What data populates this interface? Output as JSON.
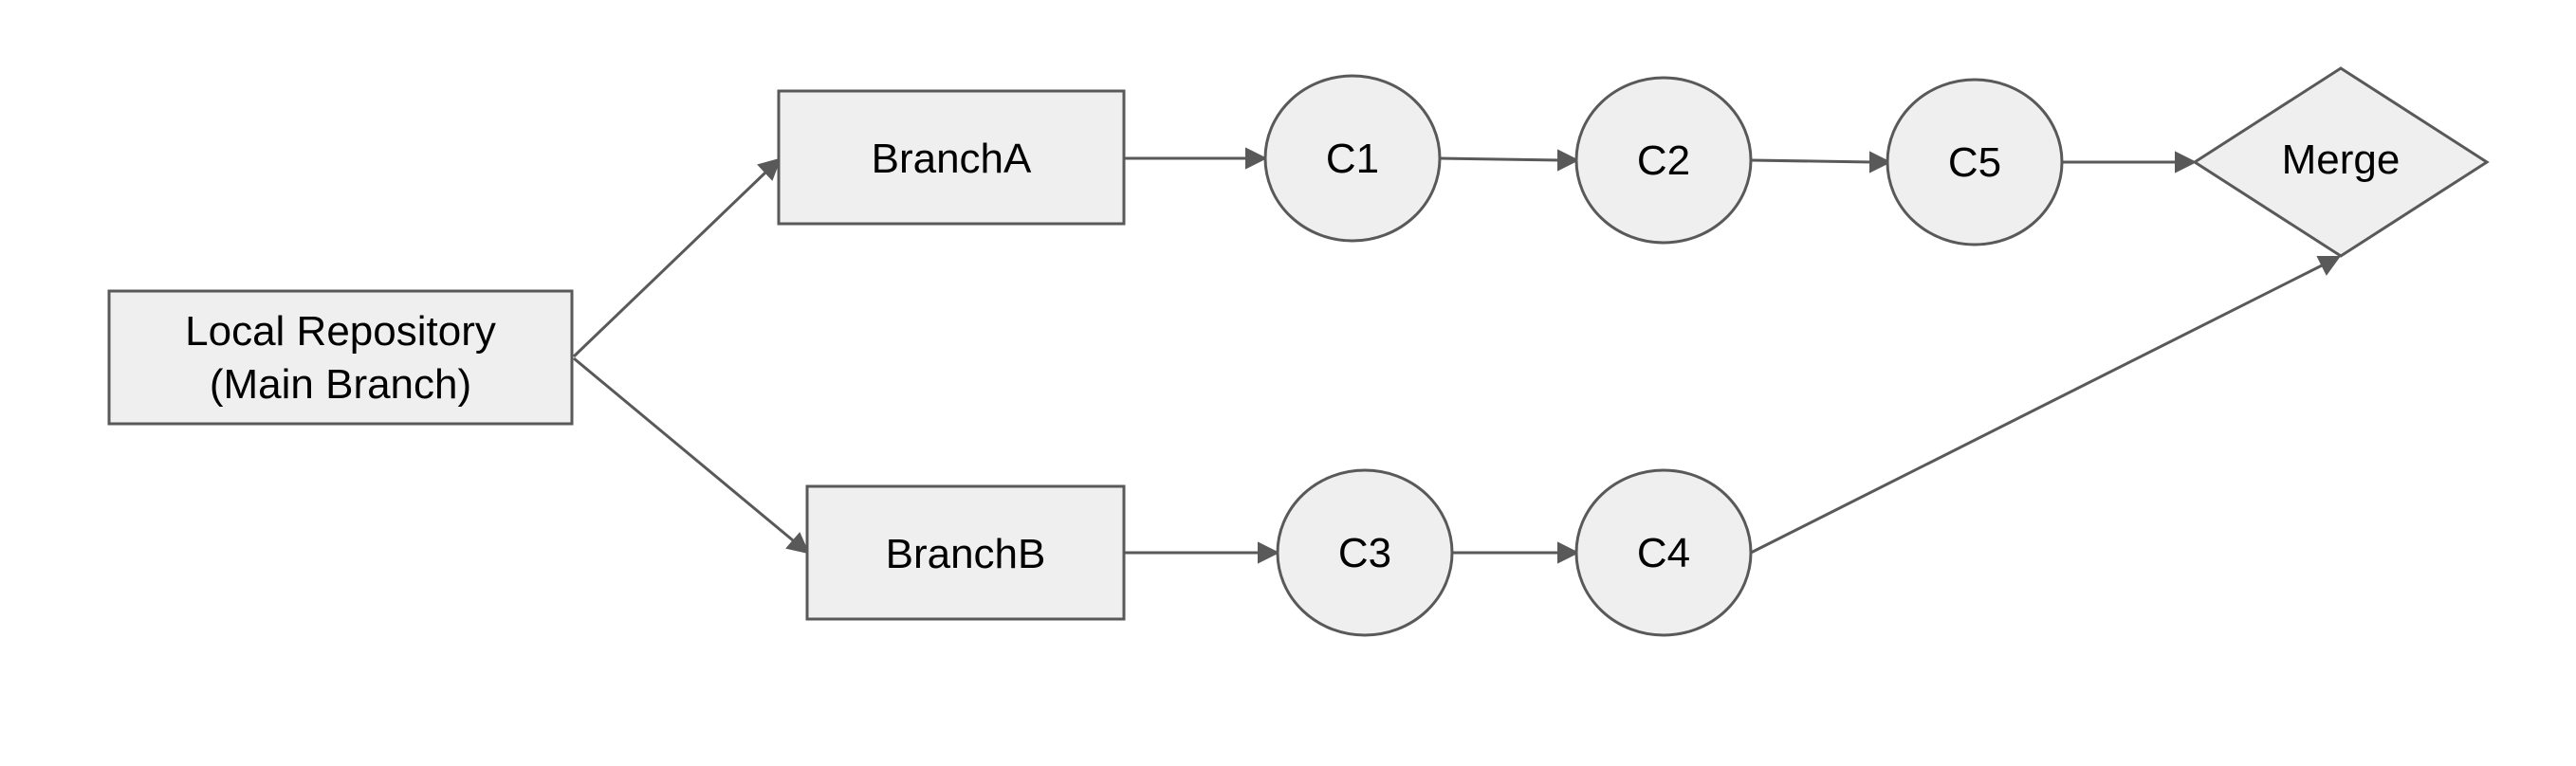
{
  "colors": {
    "node_fill": "#efefef",
    "node_stroke": "#595959",
    "edge_stroke": "#595959",
    "text": "#000000",
    "background": "#ffffff"
  },
  "nodes": {
    "local_repo": {
      "shape": "rectangle",
      "lines": [
        "Local Repository",
        "(Main Branch)"
      ]
    },
    "branch_a": {
      "shape": "rectangle",
      "lines": [
        "BranchA"
      ]
    },
    "branch_b": {
      "shape": "rectangle",
      "lines": [
        "BranchB"
      ]
    },
    "c1": {
      "shape": "ellipse",
      "lines": [
        "C1"
      ]
    },
    "c2": {
      "shape": "ellipse",
      "lines": [
        "C2"
      ]
    },
    "c5": {
      "shape": "ellipse",
      "lines": [
        "C5"
      ]
    },
    "c3": {
      "shape": "ellipse",
      "lines": [
        "C3"
      ]
    },
    "c4": {
      "shape": "ellipse",
      "lines": [
        "C4"
      ]
    },
    "merge": {
      "shape": "diamond",
      "lines": [
        "Merge"
      ]
    }
  },
  "edges": [
    {
      "from": "local_repo",
      "to": "branch_a"
    },
    {
      "from": "local_repo",
      "to": "branch_b"
    },
    {
      "from": "branch_a",
      "to": "c1"
    },
    {
      "from": "c1",
      "to": "c2"
    },
    {
      "from": "c2",
      "to": "c5"
    },
    {
      "from": "c5",
      "to": "merge"
    },
    {
      "from": "branch_b",
      "to": "c3"
    },
    {
      "from": "c3",
      "to": "c4"
    },
    {
      "from": "c4",
      "to": "merge"
    }
  ]
}
